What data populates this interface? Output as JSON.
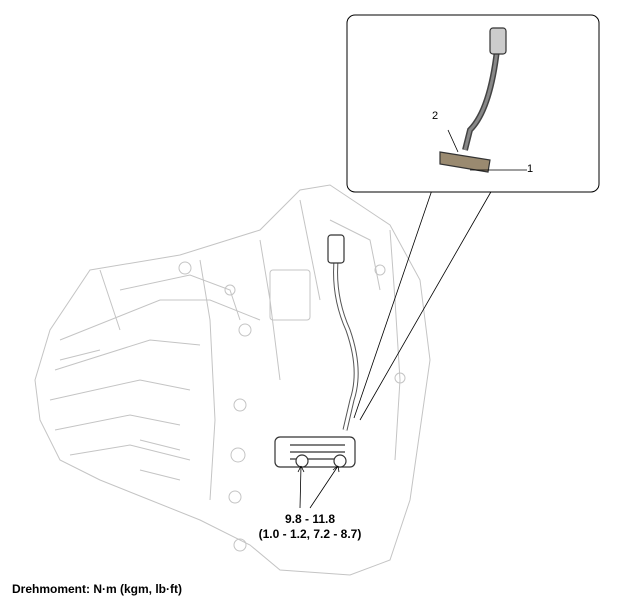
{
  "callouts": {
    "item1": "1",
    "item2": "2"
  },
  "torque": {
    "value_nm": "9.8 - 11.8",
    "value_alt": "(1.0 - 1.2, 7.2 - 8.7)"
  },
  "footer": {
    "torque_units": "Drehmoment: N·m (kgm, lb·ft)"
  }
}
